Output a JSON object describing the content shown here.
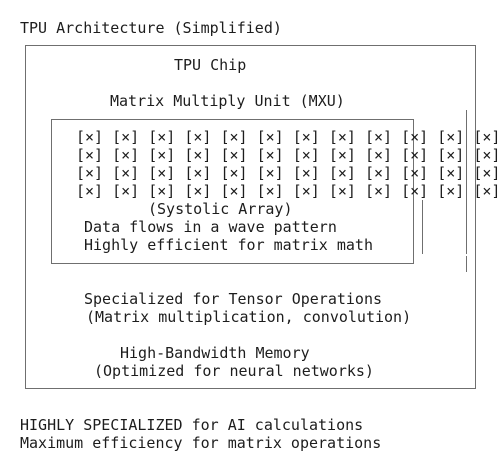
{
  "title": "TPU Architecture (Simplified)",
  "chip": {
    "label": "TPU Chip",
    "mxu_label": "Matrix Multiply Unit (MXU)",
    "systolic": {
      "cell": "[×]",
      "rows": 4,
      "cols": 12,
      "caption": "(Systolic Array)",
      "line1": "Data flows in a wave pattern",
      "line2": "Highly efficient for matrix math"
    },
    "specialized": "Specialized for Tensor Operations",
    "specialized_sub": "(Matrix multiplication, convolution)",
    "memory": "High-Bandwidth Memory",
    "memory_sub": "(Optimized for neural networks)"
  },
  "footer": {
    "line1": "HIGHLY SPECIALIZED for AI calculations",
    "line2": "Maximum efficiency for matrix operations"
  }
}
